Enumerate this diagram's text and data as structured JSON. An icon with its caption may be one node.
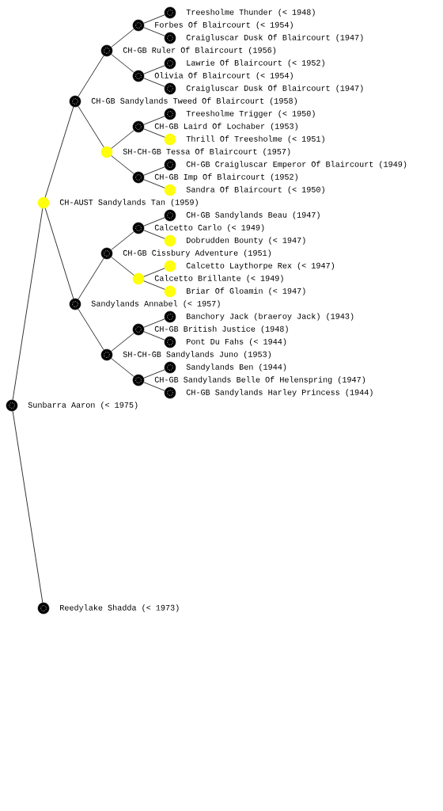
{
  "diagram": {
    "nodes": [
      {
        "text": [
          "Treesholme Thunder (< 1948)"
        ]
      },
      {
        "text": [
          "Forbes Of Blaircourt (< 1954)"
        ]
      },
      {
        "text": [
          "Craigluscar Dusk Of Blaircourt (1947)"
        ]
      },
      {
        "text": [
          "CH-GB Ruler Of Blaircourt (1956)"
        ]
      },
      {
        "text": [
          "Lawrie Of Blaircourt (< 1952)"
        ]
      },
      {
        "text": [
          "Olivia Of Blaircourt (< 1954)"
        ]
      },
      {
        "text": [
          "Craigluscar Dusk Of Blaircourt (1947)"
        ]
      },
      {
        "text": [
          "CH-GB Sandylands Tweed Of Blaircourt (1958)"
        ]
      },
      {
        "text": [
          "Treesholme Trigger (< 1950)"
        ]
      },
      {
        "text": [
          "CH-GB Laird Of Lochaber (1953)"
        ]
      },
      {
        "text": [
          "Thrill Of Treesholme (< 1951)"
        ]
      },
      {
        "text": [
          "SH-CH-GB Tessa Of Blaircourt (1957)"
        ]
      },
      {
        "text": [
          "CH-GB Craigluscar Emperor Of Blaircourt (1949)"
        ]
      },
      {
        "text": [
          "CH-GB Imp Of Blaircourt (1952)"
        ]
      },
      {
        "text": [
          "Sandra Of Blaircourt (< 1950)"
        ]
      },
      {
        "text": [
          "CH-AUST Sandylands Tan (1959)"
        ]
      },
      {
        "text": [
          "CH-GB Sandylands Beau (1947)"
        ]
      },
      {
        "text": [
          "Calcetto Carlo (< 1949)"
        ]
      },
      {
        "text": [
          "Dobrudden Bounty (< 1947)"
        ]
      },
      {
        "text": [
          "CH-GB Cissbury Adventure (1951)"
        ]
      },
      {
        "text": [
          "Calcetto Laythorpe Rex (< 1947)"
        ]
      },
      {
        "text": [
          "Calcetto Brillante (< 1949)"
        ]
      },
      {
        "text": [
          "Briar Of Gloamin (< 1947)"
        ]
      },
      {
        "text": [
          "Sandylands Annabel (< 1957)"
        ]
      },
      {
        "text": [
          "Banchory Jack (braeroy Jack) (1943)"
        ]
      },
      {
        "text": [
          "CH-GB British Justice (1948)"
        ]
      },
      {
        "text": [
          "Pont Du Fahs (< 1944)"
        ]
      },
      {
        "text": [
          "SH-CH-GB Sandylands Juno (1953)"
        ]
      },
      {
        "text": [
          "Sandylands Ben (1944)"
        ]
      },
      {
        "text": [
          "CH-GB Sandylands Belle Of Helenspring (1947)"
        ]
      },
      {
        "text": [
          "CH-GB Sandylands Harley Princess (1944)"
        ]
      },
      {
        "text": [
          "Sunbarra Aaron (< 1975)"
        ]
      },
      {
        "text": [
          "Reedylake Shadda (< 1973)"
        ]
      }
    ],
    "edges": [
      {
        "from": 31,
        "to": 15,
        "arrow": "none"
      },
      {
        "from": 31,
        "to": 32,
        "arrow": "none"
      },
      {
        "from": 15,
        "to": 7,
        "arrow": "none"
      },
      {
        "from": 15,
        "to": 23,
        "arrow": "none"
      },
      {
        "from": 7,
        "to": 3,
        "arrow": "none"
      },
      {
        "from": 7,
        "to": 11,
        "arrow": "none"
      },
      {
        "from": 23,
        "to": 19,
        "arrow": "none"
      },
      {
        "from": 23,
        "to": 27,
        "arrow": "none"
      },
      {
        "from": 3,
        "to": 1,
        "arrow": "none"
      },
      {
        "from": 3,
        "to": 5,
        "arrow": "none"
      },
      {
        "from": 11,
        "to": 9,
        "arrow": "none"
      },
      {
        "from": 11,
        "to": 13,
        "arrow": "none"
      },
      {
        "from": 19,
        "to": 17,
        "arrow": "none"
      },
      {
        "from": 19,
        "to": 21,
        "arrow": "none"
      },
      {
        "from": 27,
        "to": 25,
        "arrow": "none"
      },
      {
        "from": 27,
        "to": 29,
        "arrow": "none"
      },
      {
        "from": 1,
        "to": 0,
        "arrow": "none"
      },
      {
        "from": 1,
        "to": 2,
        "arrow": "none"
      },
      {
        "from": 5,
        "to": 4,
        "arrow": "none"
      },
      {
        "from": 5,
        "to": 6,
        "arrow": "none"
      },
      {
        "from": 9,
        "to": 8,
        "arrow": "none"
      },
      {
        "from": 9,
        "to": 10,
        "arrow": "none"
      },
      {
        "from": 13,
        "to": 12,
        "arrow": "none"
      },
      {
        "from": 13,
        "to": 14,
        "arrow": "none"
      },
      {
        "from": 17,
        "to": 16,
        "arrow": "none"
      },
      {
        "from": 17,
        "to": 18,
        "arrow": "none"
      },
      {
        "from": 21,
        "to": 20,
        "arrow": "none"
      },
      {
        "from": 21,
        "to": 22,
        "arrow": "none"
      },
      {
        "from": 25,
        "to": 24,
        "arrow": "none"
      },
      {
        "from": 25,
        "to": 26,
        "arrow": "none"
      },
      {
        "from": 29,
        "to": 28,
        "arrow": "none"
      },
      {
        "from": 29,
        "to": 30,
        "arrow": "none"
      }
    ]
  }
}
